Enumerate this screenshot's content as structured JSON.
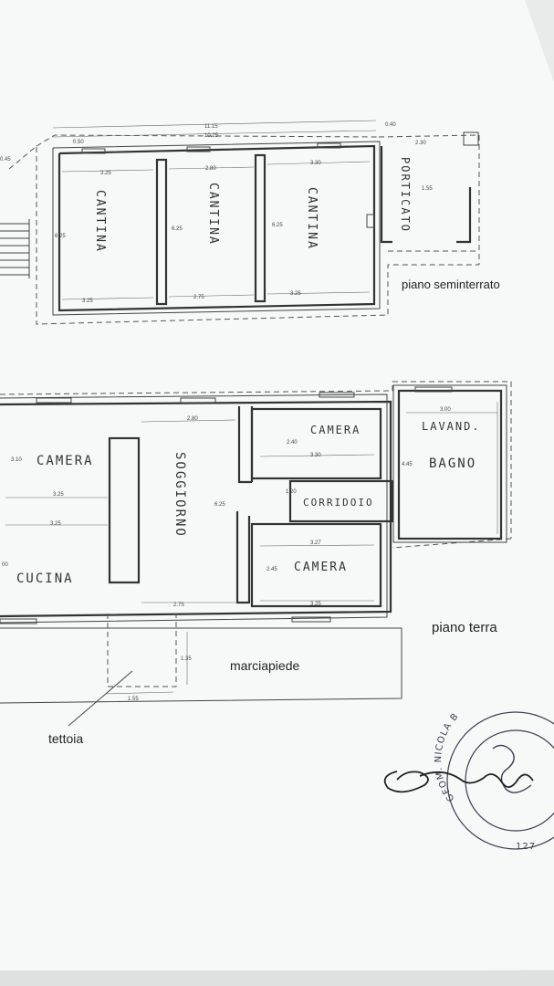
{
  "basement": {
    "rooms": [
      {
        "label": "CANTINA"
      },
      {
        "label": "CANTINA"
      },
      {
        "label": "CANTINA"
      },
      {
        "label": "PORTICATO"
      }
    ],
    "level_label": "piano seminterrato",
    "dims": {
      "top_total": "11.15",
      "top_inner": "10.25",
      "top_right": "0.40",
      "top_left": "0.50",
      "porch_w": "2.30",
      "porch_h": "1.55",
      "left_edge": "0.45",
      "r1_top": "3.25",
      "r1_bottom": "3.25",
      "r1_h": "6.25",
      "r2_top": "2.80",
      "r2_bottom": "2.75",
      "r2_h": "6.25",
      "r3_top": "3.30",
      "r3_bottom": "3.25",
      "r3_h": "6.25"
    }
  },
  "ground": {
    "rooms": [
      {
        "label": "CAMERA"
      },
      {
        "label": "CUCINA"
      },
      {
        "label": "SOGGIORNO"
      },
      {
        "label": "CAMERA"
      },
      {
        "label": "CORRIDOIO"
      },
      {
        "label": "CAMERA"
      },
      {
        "label": "LAVAND."
      },
      {
        "label": "BAGNO"
      }
    ],
    "level_label": "piano terra",
    "sidewalk_label": "marciapiede",
    "canopy_label": "tettoia",
    "dims": {
      "camera1_h": "3.10",
      "camera1_w": "3.25",
      "cucina_w": "3.25",
      "cucina_h": "00",
      "soggiorno_top": "2.80",
      "soggiorno_bottom": "2.75",
      "soggiorno_h": "6.25",
      "camera2_h": "2.40",
      "camera2_w": "3.30",
      "corridoio_h": "1.20",
      "camera3_h": "2.45",
      "camera3_top": "3.27",
      "camera3_bottom": "3.25",
      "bagno_w": "3.00",
      "bagno_h": "4.45",
      "tettoia_h": "1.35",
      "tettoia_w": "1.55"
    }
  },
  "stamp": {
    "ring_text": "GEOM. NICOLA B",
    "number": "127"
  }
}
